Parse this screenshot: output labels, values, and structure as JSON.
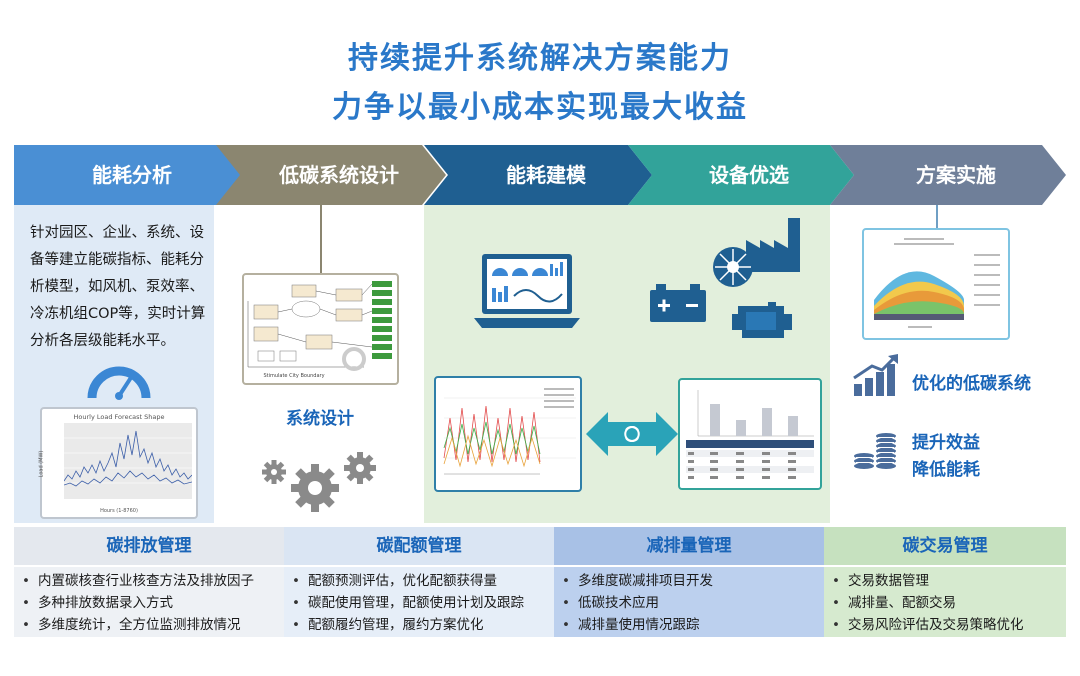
{
  "title": {
    "line1": "持续提升系统解决方案能力",
    "line2": "力争以最小成本实现最大收益"
  },
  "steps": [
    {
      "label": "能耗分析",
      "color": "#4a8fd4"
    },
    {
      "label": "低碳系统设计",
      "color": "#8b8670"
    },
    {
      "label": "能耗建模",
      "color": "#1f5f91"
    },
    {
      "label": "设备优选",
      "color": "#32a39a"
    },
    {
      "label": "方案实施",
      "color": "#6f7f99"
    }
  ],
  "analysis": {
    "description": "针对园区、企业、系统、设备等建立能碳指标、能耗分析模型，如风机、泵效率、冷冻机组COP等，实时计算分析各层级能耗水平。",
    "chart_title": "Hourly Load Forecast Shape",
    "chart_xlabel": "Hours (1-8760)",
    "chart_ylabel": "Load (MW)"
  },
  "design": {
    "label": "系统设计",
    "diagram_caption": "Stimulate City Boundary"
  },
  "implementation": {
    "benefit1": "优化的低碳系统",
    "benefit2_line1": "提升效益",
    "benefit2_line2": "降低能耗"
  },
  "management": [
    {
      "title": "碳排放管理",
      "items": [
        "内置碳核查行业核查方法及排放因子",
        "多种排放数据录入方式",
        "多维度统计，全方位监测排放情况"
      ]
    },
    {
      "title": "碳配额管理",
      "items": [
        "配额预测评估，优化配额获得量",
        "碳配使用管理，配额使用计划及跟踪",
        "配额履约管理，履约方案优化"
      ]
    },
    {
      "title": "减排量管理",
      "items": [
        "多维度碳减排项目开发",
        "低碳技术应用",
        "减排量使用情况跟踪"
      ]
    },
    {
      "title": "碳交易管理",
      "items": [
        "交易数据管理",
        "减排量、配额交易",
        "交易风险评估及交易策略优化"
      ]
    }
  ],
  "colors": {
    "title": "#2a78c9",
    "accent_blue": "#1a65b8",
    "panel_blue": "#dfeaf6",
    "panel_green": "#e2efdc",
    "mgmt1": "#e4e8ee",
    "mgmt2": "#dae5f3",
    "mgmt3": "#a8c1e6",
    "mgmt4": "#c6e1bf"
  }
}
